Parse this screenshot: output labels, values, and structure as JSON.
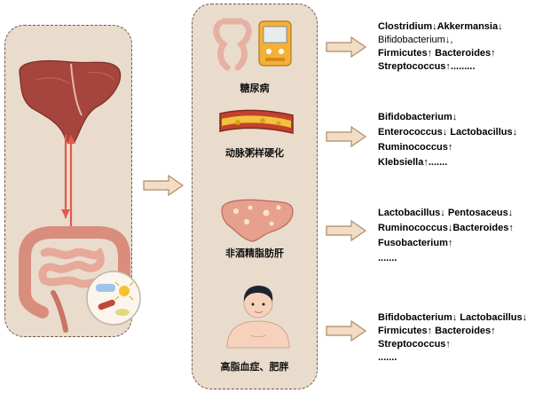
{
  "diseases": [
    {
      "name": "糖尿病",
      "bacteria_lines": [
        {
          "text": "Clostridium↓Akkermansia↓",
          "bold": true
        },
        {
          "text": "Bifidobacterium↓,",
          "bold": false
        },
        {
          "text": "Firmicutes↑ Bacteroides↑",
          "bold": true
        },
        {
          "text": "Streptococcus↑.........",
          "bold": true
        }
      ]
    },
    {
      "name": "动脉粥样硬化",
      "bacteria_lines": [
        {
          "text": "Bifidobacterium↓",
          "bold": true
        },
        {
          "text": "Enterococcus↓ Lactobacillus↓",
          "bold": true
        },
        {
          "text": "Ruminococcus↑",
          "bold": true
        },
        {
          "text": "Klebsiella↑.......",
          "bold": true
        }
      ]
    },
    {
      "name": "非酒精脂肪肝",
      "bacteria_lines": [
        {
          "text": "Lactobacillus↓ Pentosaceus↓",
          "bold": true
        },
        {
          "text": "Ruminococcus↓Bacteroides↑",
          "bold": true
        },
        {
          "text": "Fusobacterium↑",
          "bold": true
        },
        {
          "text": ".......",
          "bold": true
        }
      ]
    },
    {
      "name": "高脂血症、肥胖",
      "bacteria_lines": [
        {
          "text": "Bifidobacterium↓ Lactobacillus↓",
          "bold": true
        },
        {
          "text": "Firmicutes↑ Bacteroides↑",
          "bold": true
        },
        {
          "text": "Streptococcus↑",
          "bold": true
        },
        {
          "text": ".......",
          "bold": true
        }
      ]
    }
  ],
  "colors": {
    "panel_fill": "#e9dccd",
    "panel_border": "#6b5a4a",
    "arrow_fill": "#f1ddc6",
    "arrow_stroke": "#b08a5e",
    "liver": "#a6453e",
    "axis_arrow": "#e25a4a"
  },
  "icons": [
    "liver-icon",
    "intestine-icon",
    "bacteria-icon",
    "pancreas-icon",
    "glucose-meter-icon",
    "artery-plaque-icon",
    "fatty-liver-icon",
    "obese-person-icon",
    "block-arrow-icon"
  ]
}
